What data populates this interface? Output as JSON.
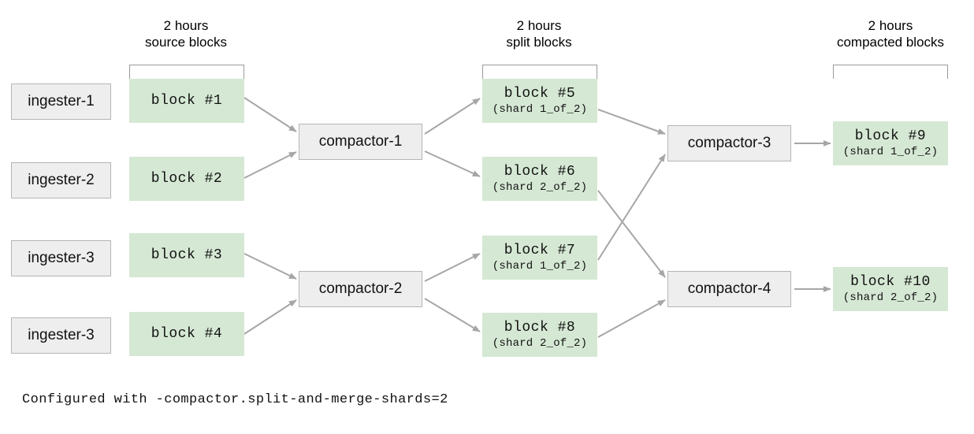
{
  "diagram": {
    "title_note": "Configured with -compactor.split-and-merge-shards=2",
    "colors": {
      "block_fill": "#d5e8d4",
      "service_fill": "#eeeeee",
      "service_border": "#b5b5b5",
      "arrow": "#a6a6a6",
      "bracket": "#9a9a9a",
      "text": "#111111",
      "background": "#ffffff"
    },
    "groups": [
      {
        "id": "source",
        "line1": "2 hours",
        "line2": "source blocks"
      },
      {
        "id": "split",
        "line1": "2 hours",
        "line2": "split blocks"
      },
      {
        "id": "compacted",
        "line1": "2 hours",
        "line2": "compacted blocks"
      }
    ],
    "ingesters": [
      {
        "id": "ingester-1",
        "label": "ingester-1"
      },
      {
        "id": "ingester-2",
        "label": "ingester-2"
      },
      {
        "id": "ingester-3a",
        "label": "ingester-3"
      },
      {
        "id": "ingester-3b",
        "label": "ingester-3"
      }
    ],
    "source_blocks": [
      {
        "id": "block-1",
        "label": "block #1",
        "shard": ""
      },
      {
        "id": "block-2",
        "label": "block #2",
        "shard": ""
      },
      {
        "id": "block-3",
        "label": "block #3",
        "shard": ""
      },
      {
        "id": "block-4",
        "label": "block #4",
        "shard": ""
      }
    ],
    "split_blocks": [
      {
        "id": "block-5",
        "label": "block #5",
        "shard": "(shard 1_of_2)"
      },
      {
        "id": "block-6",
        "label": "block #6",
        "shard": "(shard 2_of_2)"
      },
      {
        "id": "block-7",
        "label": "block #7",
        "shard": "(shard 1_of_2)"
      },
      {
        "id": "block-8",
        "label": "block #8",
        "shard": "(shard 2_of_2)"
      }
    ],
    "compacted_blocks": [
      {
        "id": "block-9",
        "label": "block #9",
        "shard": "(shard 1_of_2)"
      },
      {
        "id": "block-10",
        "label": "block #10",
        "shard": "(shard 2_of_2)"
      }
    ],
    "compactors": [
      {
        "id": "compactor-1",
        "label": "compactor-1"
      },
      {
        "id": "compactor-2",
        "label": "compactor-2"
      },
      {
        "id": "compactor-3",
        "label": "compactor-3"
      },
      {
        "id": "compactor-4",
        "label": "compactor-4"
      }
    ],
    "edges": [
      {
        "from": "block-1",
        "to": "compactor-1"
      },
      {
        "from": "block-2",
        "to": "compactor-1"
      },
      {
        "from": "block-3",
        "to": "compactor-2"
      },
      {
        "from": "block-4",
        "to": "compactor-2"
      },
      {
        "from": "compactor-1",
        "to": "block-5"
      },
      {
        "from": "compactor-1",
        "to": "block-6"
      },
      {
        "from": "compactor-2",
        "to": "block-7"
      },
      {
        "from": "compactor-2",
        "to": "block-8"
      },
      {
        "from": "block-5",
        "to": "compactor-3"
      },
      {
        "from": "block-7",
        "to": "compactor-3"
      },
      {
        "from": "block-6",
        "to": "compactor-4"
      },
      {
        "from": "block-8",
        "to": "compactor-4"
      },
      {
        "from": "compactor-3",
        "to": "block-9"
      },
      {
        "from": "compactor-4",
        "to": "block-10"
      }
    ]
  }
}
